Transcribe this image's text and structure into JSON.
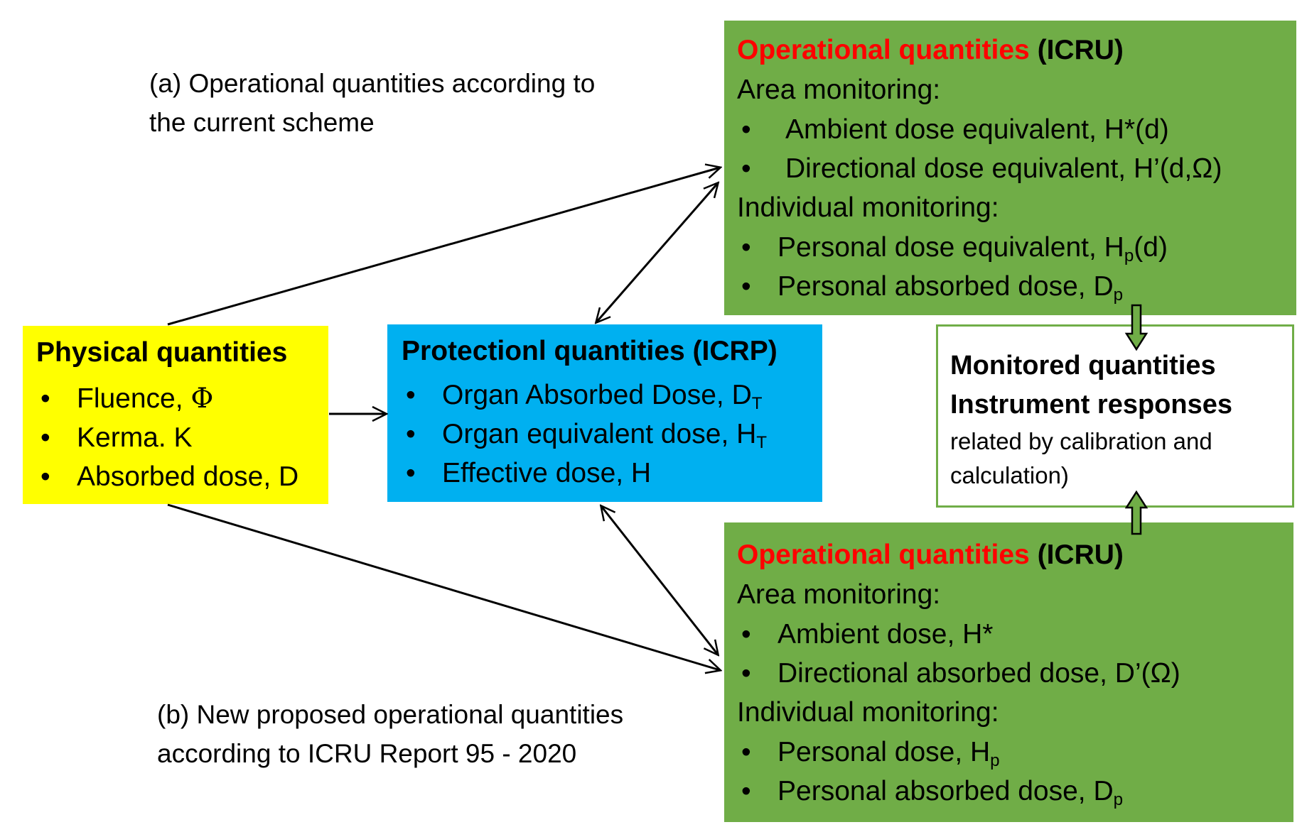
{
  "colors": {
    "operational_box": "#70AD47",
    "physical_box": "#FFFF00",
    "protection_box": "#00B0F0",
    "operational_title": "#FF0000",
    "monitored_border": "#70AD47"
  },
  "captions": {
    "current": [
      "(a) Operational quantities according to",
      "the current scheme"
    ],
    "proposed": [
      "(b) New proposed operational quantities",
      "according to ICRU Report 95 - 2020"
    ]
  },
  "physical": {
    "title": "Physical quantities",
    "items": [
      {
        "text": "Fluence, ",
        "symbol": "Φ"
      },
      {
        "text": "Kerma. K"
      },
      {
        "text": "Absorbed dose, D"
      }
    ]
  },
  "protection": {
    "title": "Protectionl quantities (ICRP)",
    "items": [
      {
        "text": "Organ Absorbed Dose,  D",
        "sub": "T"
      },
      {
        "text": "Organ equivalent dose, H",
        "sub": "T"
      },
      {
        "text": "Effective dose, H"
      }
    ]
  },
  "operational_current": {
    "title_highlight": "Operational quantities",
    "title_rest": "(ICRU)",
    "area_heading": "Area monitoring:",
    "area_items": [
      {
        "text": "Ambient dose equivalent, H*(d)"
      },
      {
        "text": "Directional dose equivalent, H’(d,Ω)"
      }
    ],
    "individual_heading": "Individual monitoring:",
    "individual_items": [
      {
        "text": "Personal dose equivalent, H",
        "sub": "p",
        "after": "(d)"
      },
      {
        "text": "Personal absorbed dose, D",
        "sub": "p"
      }
    ]
  },
  "operational_proposed": {
    "title_highlight": "Operational quantities",
    "title_rest": "(ICRU)",
    "area_heading": "Area monitoring:",
    "area_items": [
      {
        "text": "Ambient dose, H*"
      },
      {
        "text": "Directional absorbed dose, D’(Ω)"
      }
    ],
    "individual_heading": "Individual monitoring:",
    "individual_items": [
      {
        "text": "Personal dose, H",
        "sub": "p"
      },
      {
        "text": "Personal absorbed dose, D",
        "sub": "p"
      }
    ]
  },
  "monitored": {
    "line1": "Monitored quantities",
    "line2": "Instrument responses",
    "note_line1": "related by calibration and",
    "note_line2": "calculation)"
  }
}
